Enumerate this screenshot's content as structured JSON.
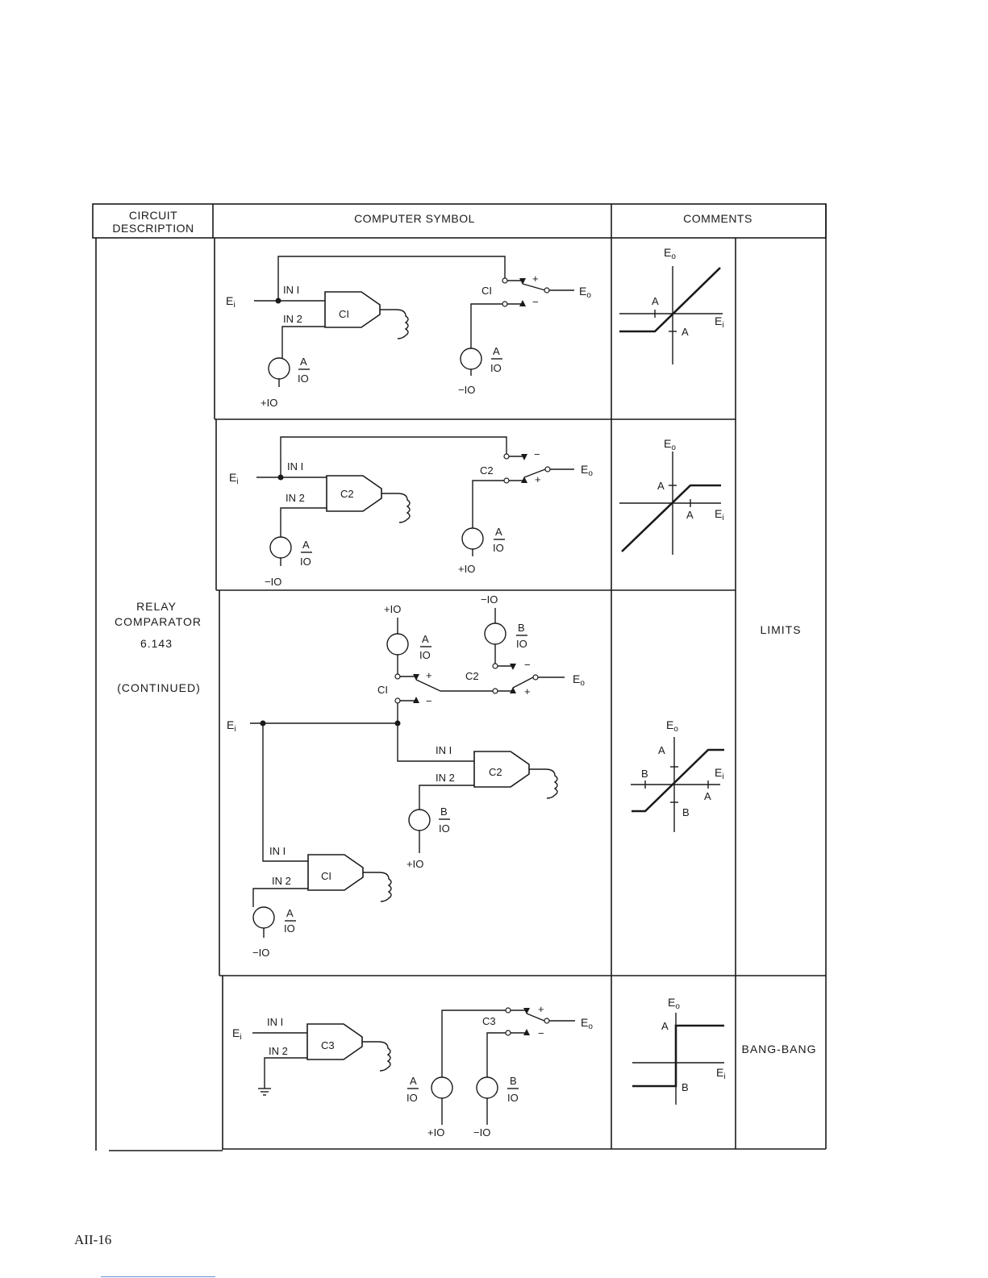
{
  "table": {
    "headers": {
      "circuit_description": "CIRCUIT\nDESCRIPTION",
      "circuit_description_line1": "CIRCUIT",
      "circuit_description_line2": "DESCRIPTION",
      "computer_symbol": "COMPUTER SYMBOL",
      "comments": "COMMENTS"
    },
    "description": {
      "line1": "RELAY",
      "line2": "COMPARATOR",
      "line3": "6.143",
      "line4": "(CONTINUED)"
    },
    "comments": {
      "limits": "LIMITS",
      "bang_bang": "BANG-BANG"
    }
  },
  "labels": {
    "ei": "E",
    "ei_sub": "i",
    "eo": "E",
    "eo_sub": "o",
    "in1": "IN  I",
    "in2": "IN  2",
    "c1": "CI",
    "c2": "C2",
    "c3": "C3",
    "plus": "+",
    "minus": "−",
    "a": "A",
    "b": "B",
    "ten": "IO",
    "p10": "+IO",
    "m10": "−IO"
  },
  "page": {
    "number": "AII-16"
  }
}
